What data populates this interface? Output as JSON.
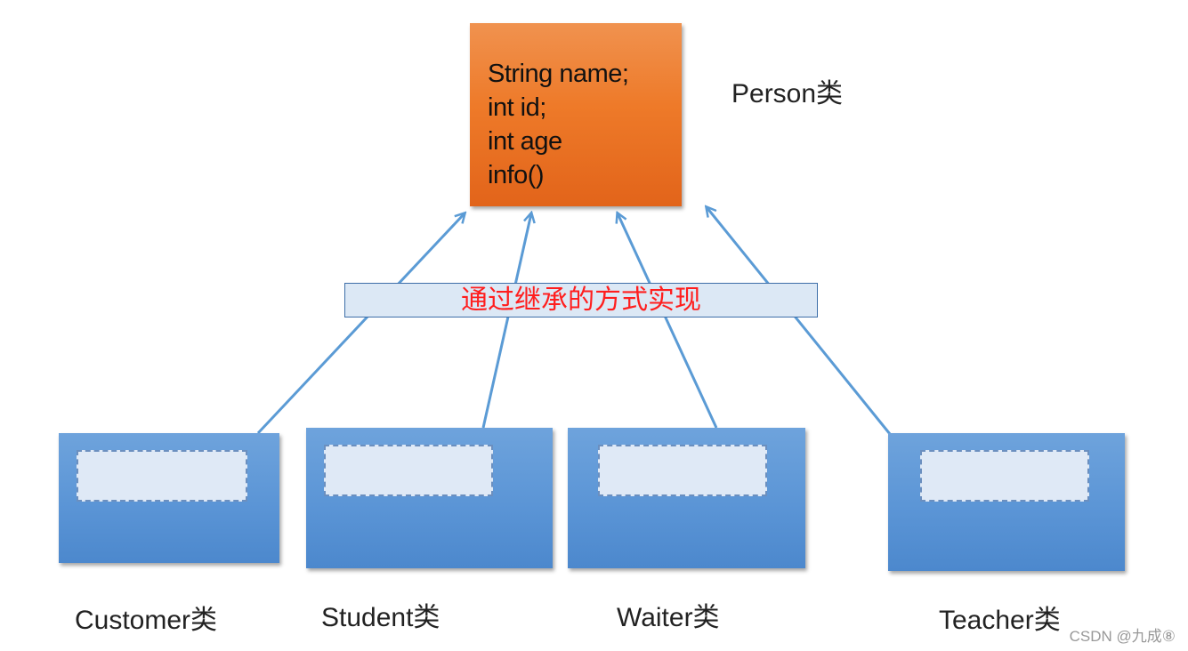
{
  "parent": {
    "fields": [
      "String name;",
      "int id;",
      "int age",
      "info()"
    ],
    "label": "Person类"
  },
  "banner": {
    "text": "通过继承的方式实现"
  },
  "children": [
    {
      "label": "Customer类"
    },
    {
      "label": "Student类"
    },
    {
      "label": "Waiter类"
    },
    {
      "label": "Teacher类"
    }
  ],
  "colors": {
    "parent_fill": "#ee7a29",
    "child_fill": "#5b95d6",
    "arrow": "#5b9bd5",
    "banner_text": "#ff1e1e"
  },
  "watermark": "CSDN @九成⑧"
}
